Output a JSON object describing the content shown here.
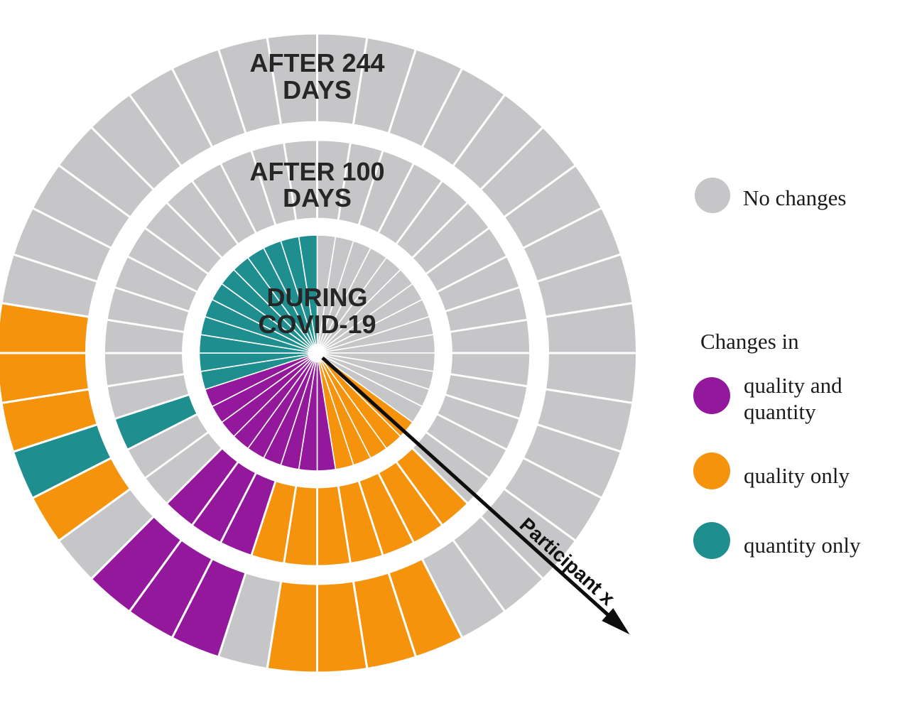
{
  "chart_data": {
    "type": "sunburst",
    "segments_total": 40,
    "segment_angle_deg": 9,
    "divider_color": "#ffffff",
    "categories": {
      "no_change": {
        "label": "No changes",
        "color": "#c6c6c8"
      },
      "both": {
        "label": "quality and quantity",
        "color": "#93189c"
      },
      "quality_only": {
        "label": "quality only",
        "color": "#f6930d"
      },
      "quantity_only": {
        "label": "quantity only",
        "color": "#1e8e8f"
      }
    },
    "rings": [
      {
        "id": "during",
        "label_lines": [
          "DURING",
          "COVID-19"
        ],
        "pattern": [
          [
            "no_change",
            14
          ],
          [
            "quality_only",
            5
          ],
          [
            "both",
            9
          ],
          [
            "quantity_only",
            12
          ]
        ]
      },
      {
        "id": "after100",
        "label_lines": [
          "AFTER 100",
          "DAYS"
        ],
        "pattern": [
          [
            "no_change",
            15
          ],
          [
            "quality_only",
            7
          ],
          [
            "both",
            3
          ],
          [
            "no_change",
            2
          ],
          [
            "quantity_only",
            1
          ],
          [
            "no_change",
            12
          ]
        ]
      },
      {
        "id": "after244",
        "label_lines": [
          "AFTER 244",
          "DAYS"
        ],
        "pattern": [
          [
            "no_change",
            17
          ],
          [
            "quality_only",
            4
          ],
          [
            "no_change",
            1
          ],
          [
            "both",
            3
          ],
          [
            "no_change",
            1
          ],
          [
            "quality_only",
            1
          ],
          [
            "quantity_only",
            1
          ],
          [
            "quality_only",
            3
          ],
          [
            "no_change",
            9
          ]
        ]
      }
    ],
    "participant_arrow": {
      "label": "Participant x",
      "angle_deg": 132
    }
  },
  "legend": {
    "no_changes_label": "No changes",
    "heading": "Changes in",
    "items": [
      {
        "category": "both",
        "label_lines": [
          "quality and",
          "quantity"
        ]
      },
      {
        "category": "quality_only",
        "label_lines": [
          "quality only"
        ]
      },
      {
        "category": "quantity_only",
        "label_lines": [
          "quantity only"
        ]
      }
    ]
  }
}
